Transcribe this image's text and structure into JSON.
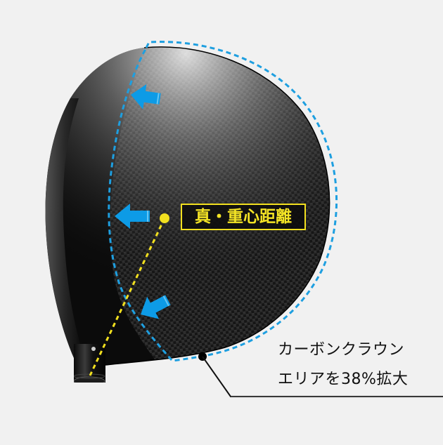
{
  "figure": {
    "subject": "golf driver head (top view, carbon crown)",
    "colors": {
      "background": "#f1f1f1",
      "head_dark": "#0b0b0b",
      "carbon_weave": "#2a2a2a",
      "crown_outline_dashed": "#1e9fe0",
      "arrow_fill": "#0d9be6",
      "cg_marker": "#f2e01f",
      "callout_line": "#111111"
    },
    "callout_label": {
      "text": "真・重心距離",
      "border_color": "#f2e01f",
      "text_color": "#f4e425"
    },
    "caption": {
      "line1": "カーボンクラウン",
      "line2": "エリアを38%拡大"
    },
    "annotations": {
      "arrows": [
        {
          "name": "top-arrow",
          "direction": "left"
        },
        {
          "name": "middle-arrow",
          "direction": "left"
        },
        {
          "name": "bottom-arrow",
          "direction": "up-left"
        }
      ],
      "cg_point": "yellow dot with dashed line to shaft hosel",
      "expanded_area_percent": "38%"
    }
  }
}
